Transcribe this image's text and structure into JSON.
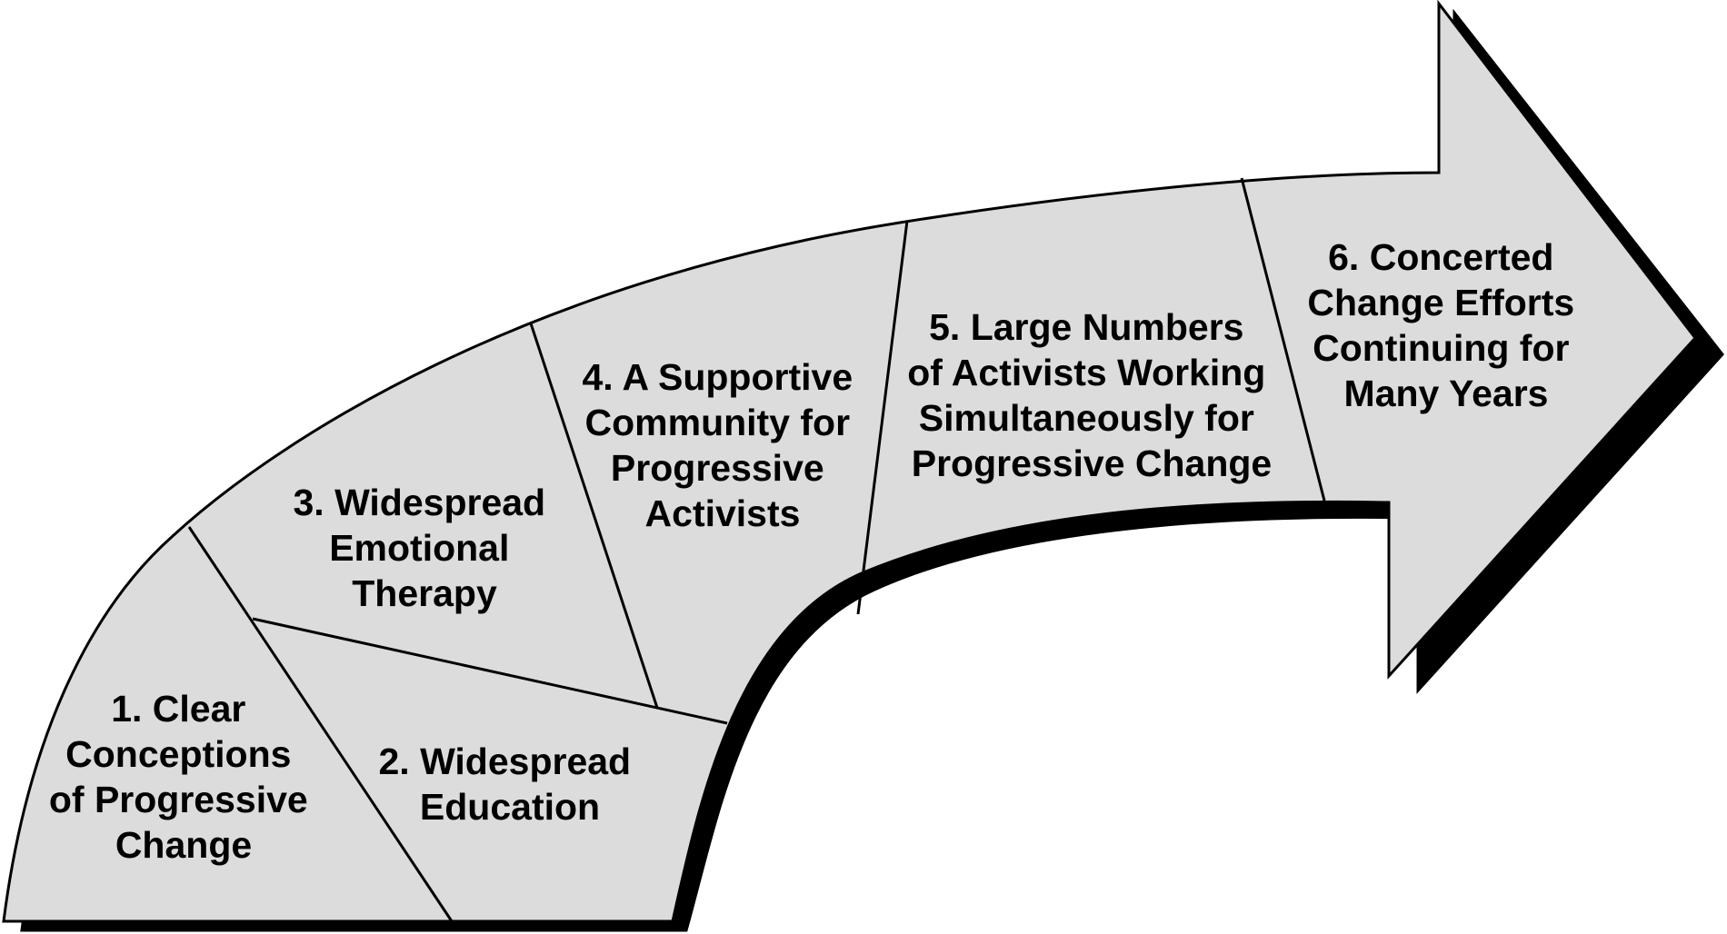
{
  "steps": [
    {
      "number": "1.",
      "lines": [
        "1. Clear",
        "Conceptions",
        "of Progressive",
        "Change"
      ]
    },
    {
      "number": "2.",
      "lines": [
        "2. Widespread",
        "Education"
      ]
    },
    {
      "number": "3.",
      "lines": [
        "3. Widespread",
        "Emotional",
        "Therapy"
      ]
    },
    {
      "number": "4.",
      "lines": [
        "4. A Supportive",
        "Community for",
        "Progressive",
        "Activists"
      ]
    },
    {
      "number": "5.",
      "lines": [
        "5. Large Numbers",
        "of Activists Working",
        "Simultaneously for",
        "Progressive Change"
      ]
    },
    {
      "number": "6.",
      "lines": [
        "6. Concerted",
        "Change Efforts",
        "Continuing for",
        "Many Years"
      ]
    }
  ],
  "colors": {
    "fill": "#dcdcdc",
    "outline": "#000000",
    "shadow": "#000000",
    "background": "#ffffff"
  }
}
